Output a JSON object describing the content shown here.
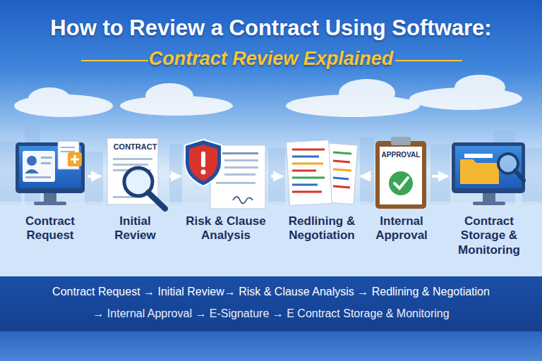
{
  "diagram": {
    "title": "How to Review a Contract Using Software:",
    "nodes": [
      {
        "text": [
          "Contract Request"
        ]
      },
      {
        "text": [
          "CONTRACT",
          "Initial Review"
        ]
      },
      {
        "text": [
          "Risk & Clause Analysis"
        ]
      },
      {
        "text": [
          "Redlining & Negotiation"
        ]
      },
      {
        "text": [
          "APPROVAL",
          "Internal Approval"
        ]
      },
      {
        "text": [
          "Contract Storage & Monitoring"
        ]
      }
    ],
    "edges": [
      {
        "from": 0,
        "to": 1,
        "arrow": "to"
      },
      {
        "from": 1,
        "to": 2,
        "arrow": "to"
      },
      {
        "from": 2,
        "to": 3,
        "arrow": "to"
      },
      {
        "from": 4,
        "to": 3,
        "arrow": "to"
      },
      {
        "from": 4,
        "to": 5,
        "arrow": "to"
      }
    ],
    "labels": [
      "Contract Review Explained",
      "Contract Request → Initial Review→ Risk & Clause Analysis → Redlining & Negotiation",
      "→ Internal Approval → E-Signature → E Contract Storage & Monitoring"
    ]
  }
}
